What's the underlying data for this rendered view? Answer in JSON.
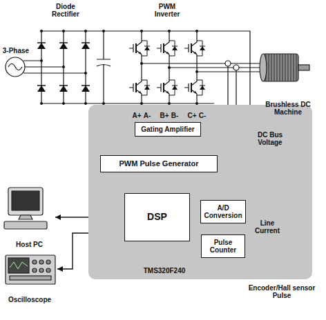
{
  "diagram": {
    "nodes": [
      {
        "text": [
          "TMS320F240"
        ]
      },
      {
        "text": [
          "Gating Amplifier"
        ],
        "in": 0
      },
      {
        "text": [
          "PWM Pulse Generator"
        ],
        "in": 0
      },
      {
        "text": [
          "DSP"
        ],
        "in": 0
      },
      {
        "text": [
          "A/D Conversion"
        ],
        "in": 0
      },
      {
        "text": [
          "Pulse Counter"
        ],
        "in": 0
      },
      {
        "text": [
          "Host PC"
        ]
      },
      {
        "text": [
          "Oscilloscope"
        ]
      },
      {
        "text": [
          "Brushless DC Machine"
        ]
      }
    ],
    "edges": [
      {
        "from": 3,
        "to": 2,
        "arrow": "to"
      },
      {
        "from": 2,
        "to": 1,
        "arrow": "to"
      },
      {
        "from": 4,
        "to": 3,
        "arrow": "to"
      },
      {
        "from": 5,
        "to": 3,
        "arrow": "to"
      },
      {
        "from": 6,
        "to": 3,
        "arrow": "both"
      },
      {
        "from": 3,
        "to": 7,
        "arrow": "to"
      },
      {
        "from": 8,
        "to": 5,
        "arrow": "to"
      }
    ],
    "labels": [
      "Diode Rectifier",
      "PWM Inverter",
      "3-Phase",
      "A+",
      "A-",
      "B+",
      "B-",
      "C+",
      "C-",
      "DC Bus Voltage",
      "Line Current",
      "Encoder/Hall sensor Pulse"
    ]
  }
}
